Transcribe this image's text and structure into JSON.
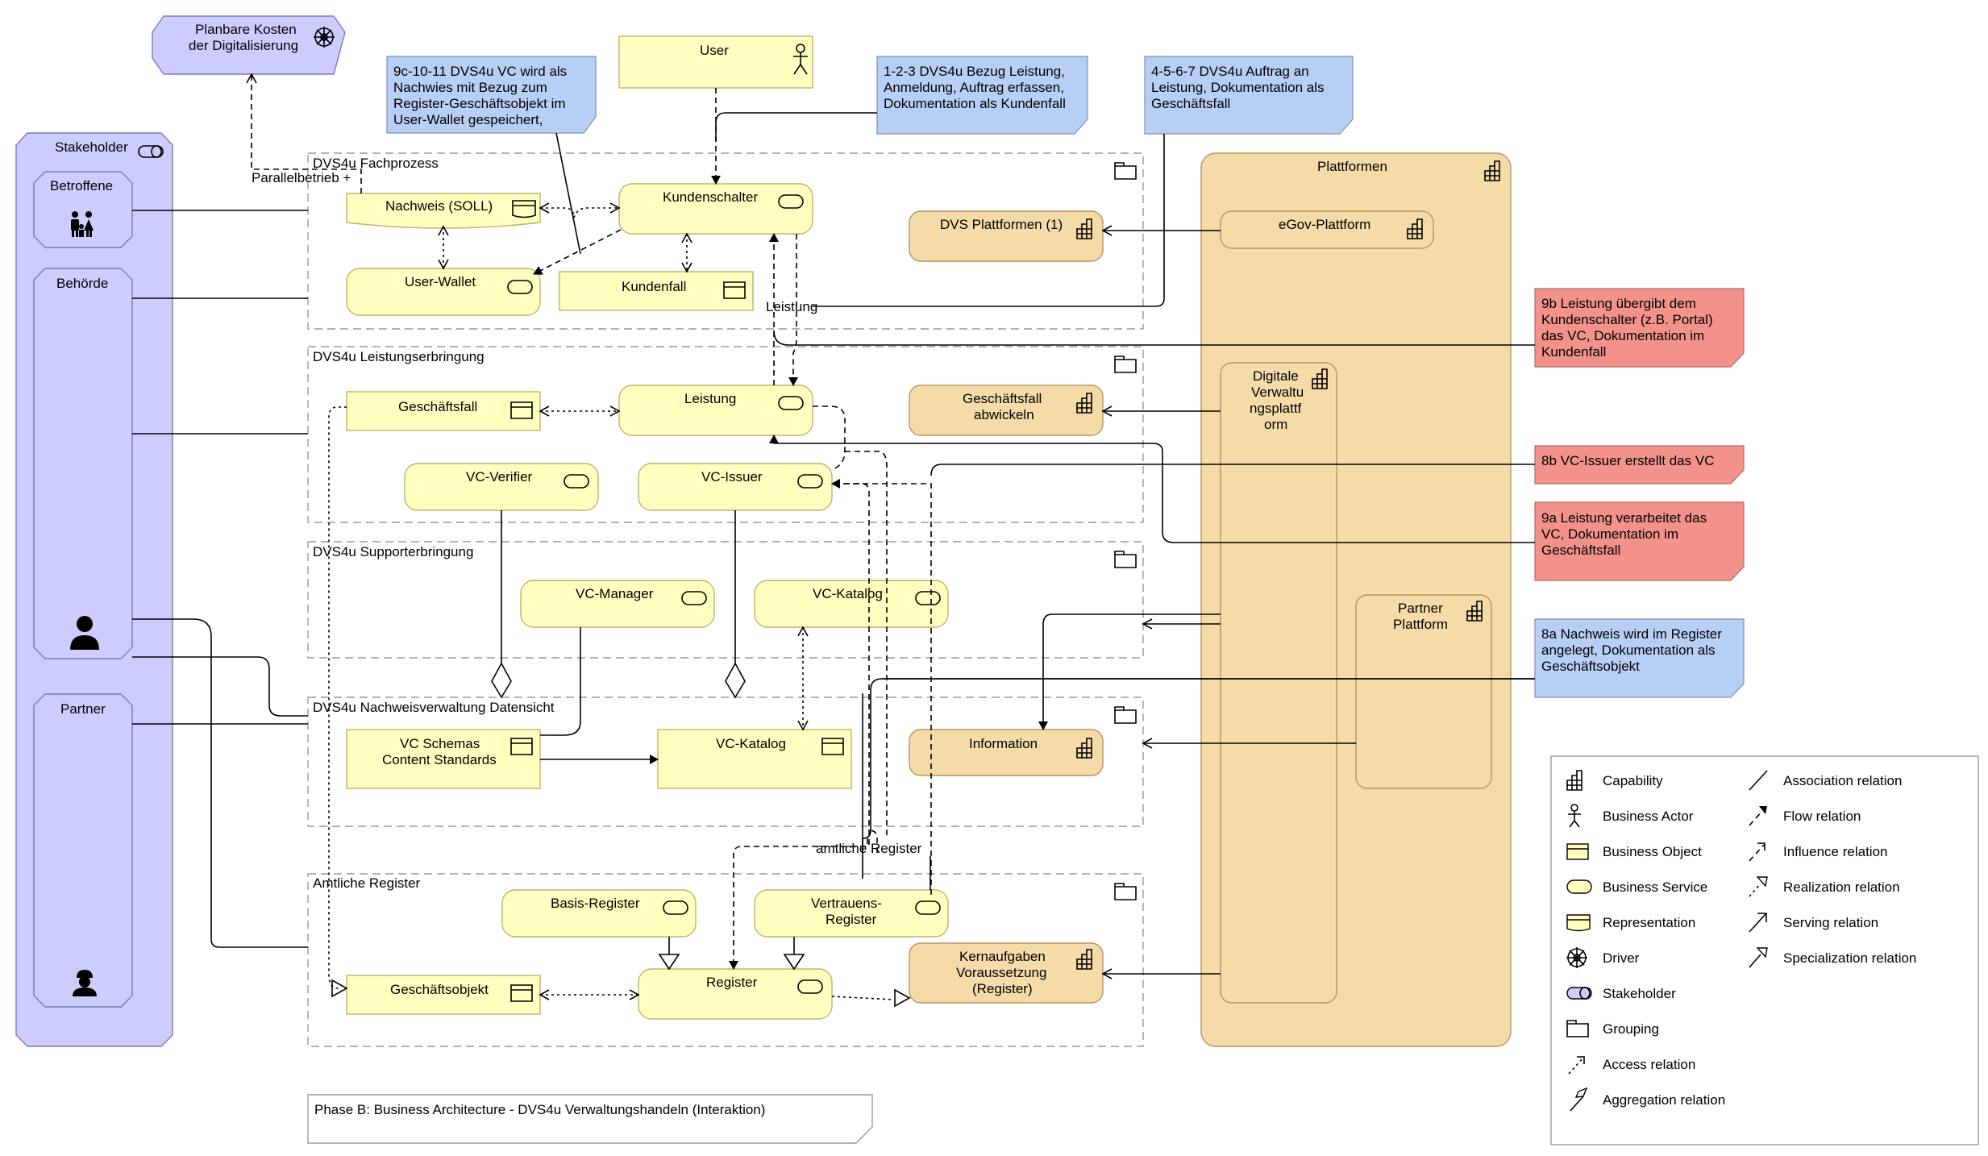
{
  "title": "Phase B: Business Architecture - DVS4u Verwaltungshandeln (Interaktion)",
  "driver": [
    "Planbare Kosten",
    "der Digitalisierung"
  ],
  "stakeholder": {
    "title": "Stakeholder",
    "betroffene": "Betroffene",
    "behoerde": "Behörde",
    "partner": "Partner"
  },
  "user": "User",
  "notes": {
    "n9c": [
      "9c-10-11 DVS4u VC wird als",
      "Nachwies mit Bezug zum",
      "Register-Geschäftsobjekt im",
      "User-Wallet gespeichert,"
    ],
    "n123": [
      "1-2-3 DVS4u Bezug Leistung,",
      "Anmeldung, Auftrag erfassen,",
      "Dokumentation als Kundenfall"
    ],
    "n4567": [
      "4-5-6-7 DVS4u Auftrag an",
      "Leistung, Dokumentation als",
      "Geschäftsfall"
    ],
    "n9b": [
      "9b Leistung übergibt dem",
      "Kundenschalter (z.B. Portal)",
      "das VC, Dokumentation im",
      "Kundenfall"
    ],
    "n8b": [
      "8b VC-Issuer erstellt das VC"
    ],
    "n9a": [
      "9a Leistung verarbeitet das",
      "VC, Dokumentation im",
      "Geschäftsfall"
    ],
    "n8a": [
      "8a Nachweis wird im Register",
      "angelegt, Dokumentation als",
      "Geschäftsobjekt"
    ]
  },
  "groups": {
    "fachprozess": "DVS4u Fachprozess",
    "leistungserbringung": "DVS4u Leistungserbringung",
    "supporterbringung": "DVS4u Supporterbringung",
    "nachweisverwaltung": "DVS4u Nachweisverwaltung Datensicht",
    "register": "Amtliche Register",
    "plattformen": "Plattformen"
  },
  "elements": {
    "nachweis": "Nachweis (SOLL)",
    "kundenschalter": "Kundenschalter",
    "userwallet": "User-Wallet",
    "kundenfall": "Kundenfall",
    "dvsplattformen": "DVS Plattformen (1)",
    "egov": "eGov-Plattform",
    "geschaeftsfall": "Geschäftsfall",
    "leistung": "Leistung",
    "gfabwickeln": [
      "Geschäftsfall",
      "abwickeln"
    ],
    "digitale": [
      "Digitale",
      "Verwaltu",
      "ngsplattf",
      "orm"
    ],
    "vcverifier": "VC-Verifier",
    "vcissuer": "VC-Issuer",
    "vcmanager": "VC-Manager",
    "vckatalog1": "VC-Katalog",
    "partnerplattform": [
      "Partner",
      "Plattform"
    ],
    "vcschemas": [
      "VC Schemas",
      "Content Standards"
    ],
    "vckatalog2": "VC-Katalog",
    "information": "Information",
    "basisregister": "Basis-Register",
    "vertrauensregister": [
      "Vertrauens-",
      "Register"
    ],
    "geschaeftsobjekt": "Geschäftsobjekt",
    "register": "Register",
    "kernaufgaben": [
      "Kernaufgaben",
      "Voraussetzung",
      "(Register)"
    ]
  },
  "edge_labels": {
    "parallelbetrieb": "Parallelbetrieb +",
    "leistung": "Leistung",
    "amtliche_register": "amtliche Register"
  },
  "legend": [
    {
      "icon": "capability-icon",
      "label": "Capability"
    },
    {
      "icon": "business-actor-icon",
      "label": "Business Actor"
    },
    {
      "icon": "business-object-icon",
      "label": "Business Object"
    },
    {
      "icon": "business-service-icon",
      "label": "Business Service"
    },
    {
      "icon": "representation-icon",
      "label": "Representation"
    },
    {
      "icon": "driver-icon",
      "label": "Driver"
    },
    {
      "icon": "stakeholder-icon",
      "label": "Stakeholder"
    },
    {
      "icon": "grouping-icon",
      "label": "Grouping"
    },
    {
      "icon": "access-relation-icon",
      "label": "Access relation"
    },
    {
      "icon": "aggregation-relation-icon",
      "label": "Aggregation relation"
    },
    {
      "icon": "association-relation-icon",
      "label": "Association relation"
    },
    {
      "icon": "flow-relation-icon",
      "label": "Flow relation"
    },
    {
      "icon": "influence-relation-icon",
      "label": "Influence relation"
    },
    {
      "icon": "realization-relation-icon",
      "label": "Realization relation"
    },
    {
      "icon": "serving-relation-icon",
      "label": "Serving relation"
    },
    {
      "icon": "specialization-relation-icon",
      "label": "Specialization relation"
    }
  ],
  "colors": {
    "business": "#ffffbf",
    "strategy": "#f5dba8",
    "motivation": "#ccccff",
    "note_blue": "#b8cff5",
    "note_red": "#f2928a"
  }
}
